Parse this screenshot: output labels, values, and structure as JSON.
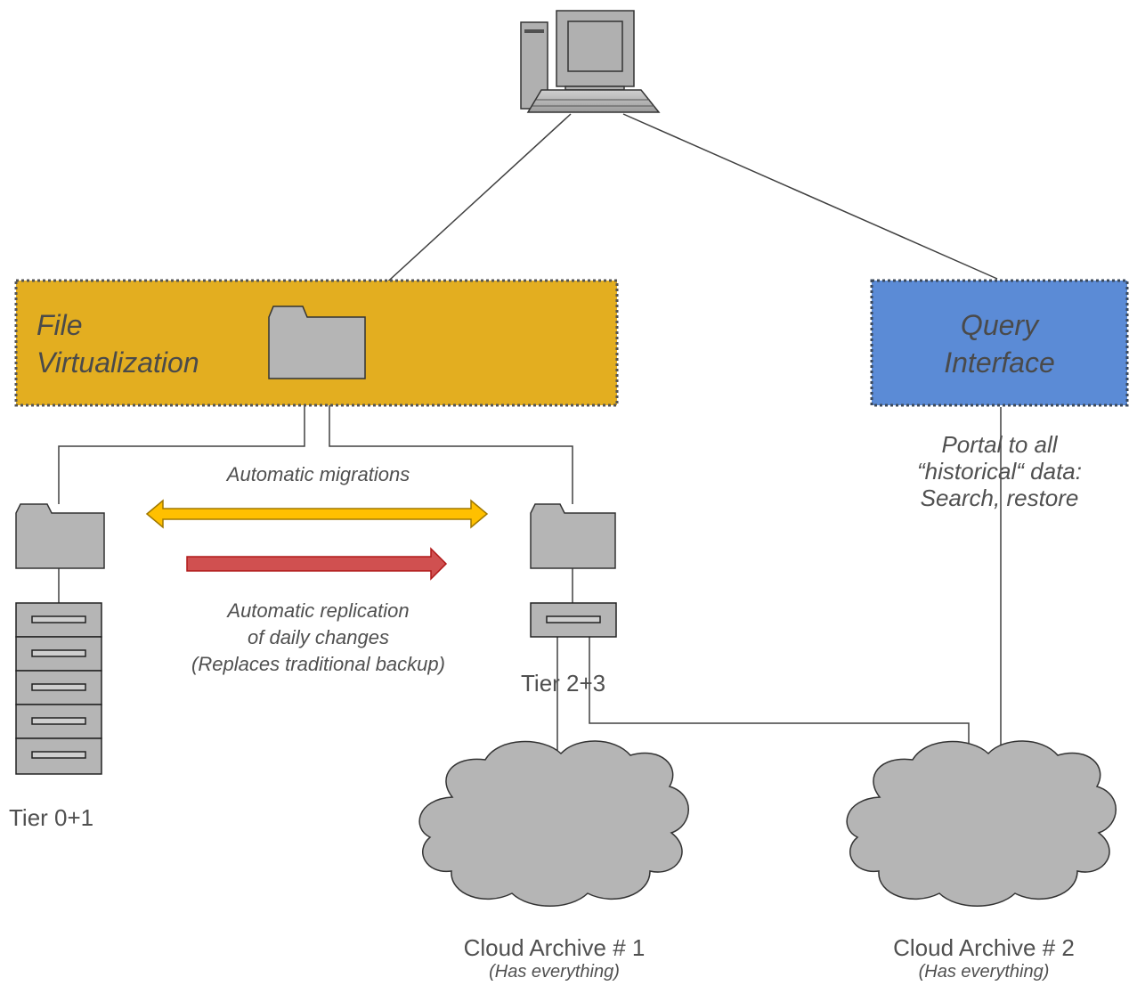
{
  "file_virtualization": {
    "line1": "File",
    "line2": "Virtualization",
    "color": "#E3AE20"
  },
  "query_interface": {
    "line1": "Query",
    "line2": "Interface",
    "color": "#5B8BD6"
  },
  "portal": {
    "line1": "Portal to all",
    "line2": "“historical“ data:",
    "line3": "Search, restore"
  },
  "migrations": {
    "label": "Automatic migrations",
    "arrow_color": "#FFC000"
  },
  "replication": {
    "line1": "Automatic replication",
    "line2": "of daily changes",
    "line3": "(Replaces traditional backup)",
    "arrow_color": "#D05050"
  },
  "tiers": {
    "tier01": "Tier 0+1",
    "tier23": "Tier 2+3"
  },
  "clouds": [
    {
      "title": "Cloud Archive # 1",
      "subtitle": "(Has everything)"
    },
    {
      "title": "Cloud Archive # 2",
      "subtitle": "(Has everything)"
    }
  ],
  "icons": [
    "computer-icon",
    "folder-icon",
    "server-icon",
    "storage-drive-icon",
    "cloud-icon"
  ]
}
